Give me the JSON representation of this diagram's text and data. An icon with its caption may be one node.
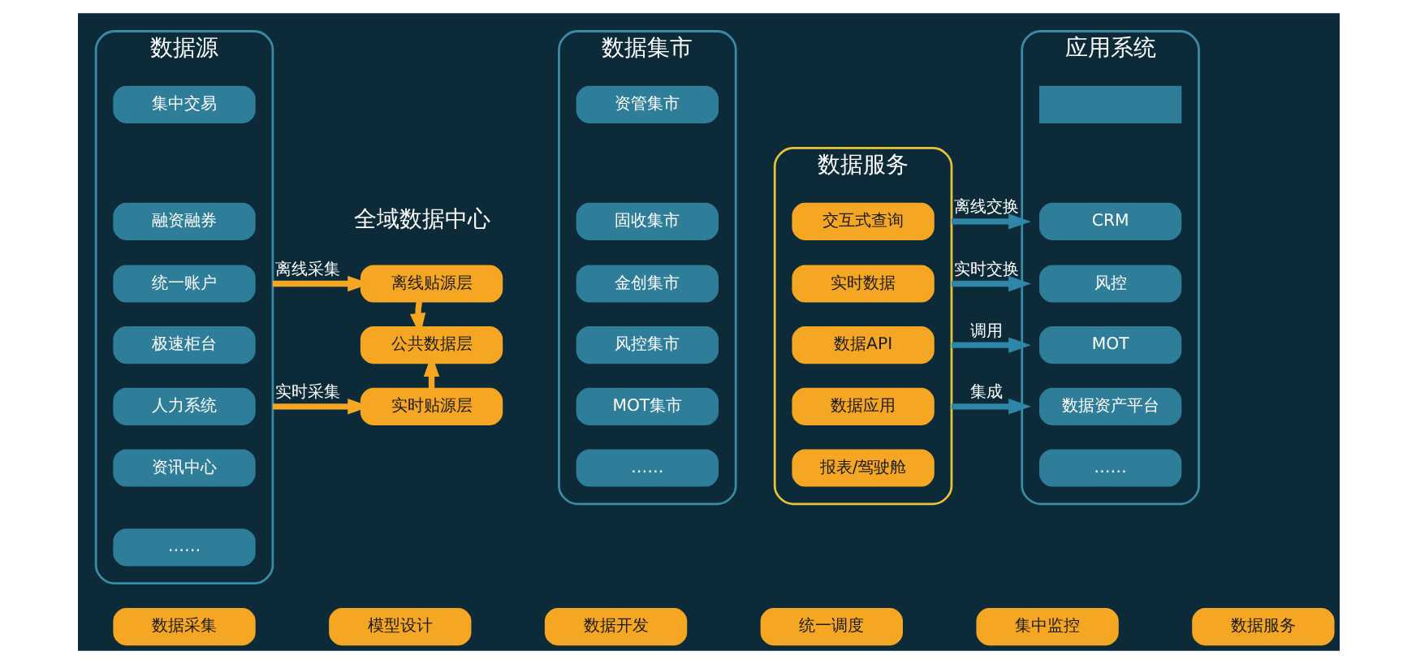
{
  "diagram": {
    "nodes": [
      {
        "text": [
          "数据源"
        ]
      },
      {
        "text": [
          "集中交易"
        ],
        "in": 0
      },
      {
        "text": [
          "融资融券"
        ],
        "in": 0
      },
      {
        "text": [
          "统一账户"
        ],
        "in": 0
      },
      {
        "text": [
          "极速柜台"
        ],
        "in": 0
      },
      {
        "text": [
          "人力系统"
        ],
        "in": 0
      },
      {
        "text": [
          "资讯中心"
        ],
        "in": 0
      },
      {
        "text": [
          "……"
        ],
        "in": 0
      },
      {
        "text": [
          "离线贴源层"
        ]
      },
      {
        "text": [
          "实时贴源层"
        ]
      },
      {
        "text": [
          "公共数据层"
        ]
      },
      {
        "text": [
          "数据集市"
        ]
      },
      {
        "text": [
          "资管集市"
        ],
        "in": 11
      },
      {
        "text": [
          "固收集市"
        ],
        "in": 11
      },
      {
        "text": [
          "金创集市"
        ],
        "in": 11
      },
      {
        "text": [
          "风控集市"
        ],
        "in": 11
      },
      {
        "text": [
          "MOT集市"
        ],
        "in": 11
      },
      {
        "text": [
          "……"
        ],
        "in": 11
      },
      {
        "text": [
          "数据服务"
        ]
      },
      {
        "text": [
          "交互式查询"
        ],
        "in": 18
      },
      {
        "text": [
          "实时数据"
        ],
        "in": 18
      },
      {
        "text": [
          "数据API"
        ],
        "in": 18
      },
      {
        "text": [
          "数据应用"
        ],
        "in": 18
      },
      {
        "text": [
          "报表/驾驶舱"
        ],
        "in": 18
      },
      {
        "text": [
          "应用系统"
        ]
      },
      {
        "text": [],
        "shape": "box",
        "in": 24
      },
      {
        "text": [
          "CRM"
        ],
        "in": 24
      },
      {
        "text": [
          "风控"
        ],
        "in": 24
      },
      {
        "text": [
          "MOT"
        ],
        "in": 24
      },
      {
        "text": [
          "数据资产平台"
        ],
        "in": 24
      },
      {
        "text": [
          "……"
        ],
        "in": 24
      },
      {
        "text": [
          "数据采集"
        ]
      },
      {
        "text": [
          "模型设计"
        ]
      },
      {
        "text": [
          "数据开发"
        ]
      },
      {
        "text": [
          "统一调度"
        ]
      },
      {
        "text": [
          "集中监控"
        ]
      },
      {
        "text": [
          "数据服务"
        ]
      }
    ],
    "edges": [
      {
        "from": 0,
        "to": 8,
        "arrow": "to",
        "label": "离线采集"
      },
      {
        "from": 0,
        "to": 9,
        "arrow": "to",
        "label": "实时采集"
      },
      {
        "from": 8,
        "to": 10,
        "arrow": "to"
      },
      {
        "from": 9,
        "to": 10,
        "arrow": "to"
      },
      {
        "from": 18,
        "to": 24,
        "arrow": "to",
        "label": "离线交换",
        "color": "#2e86a8"
      },
      {
        "from": 18,
        "to": 24,
        "arrow": "to",
        "label": "实时交换",
        "color": "#2e86a8"
      },
      {
        "from": 18,
        "to": 24,
        "arrow": "to",
        "label": "调用",
        "color": "#2e86a8"
      },
      {
        "from": 18,
        "to": 24,
        "arrow": "to",
        "label": "集成",
        "color": "#2e86a8"
      }
    ],
    "labels": [
      "全域数据中心"
    ]
  }
}
